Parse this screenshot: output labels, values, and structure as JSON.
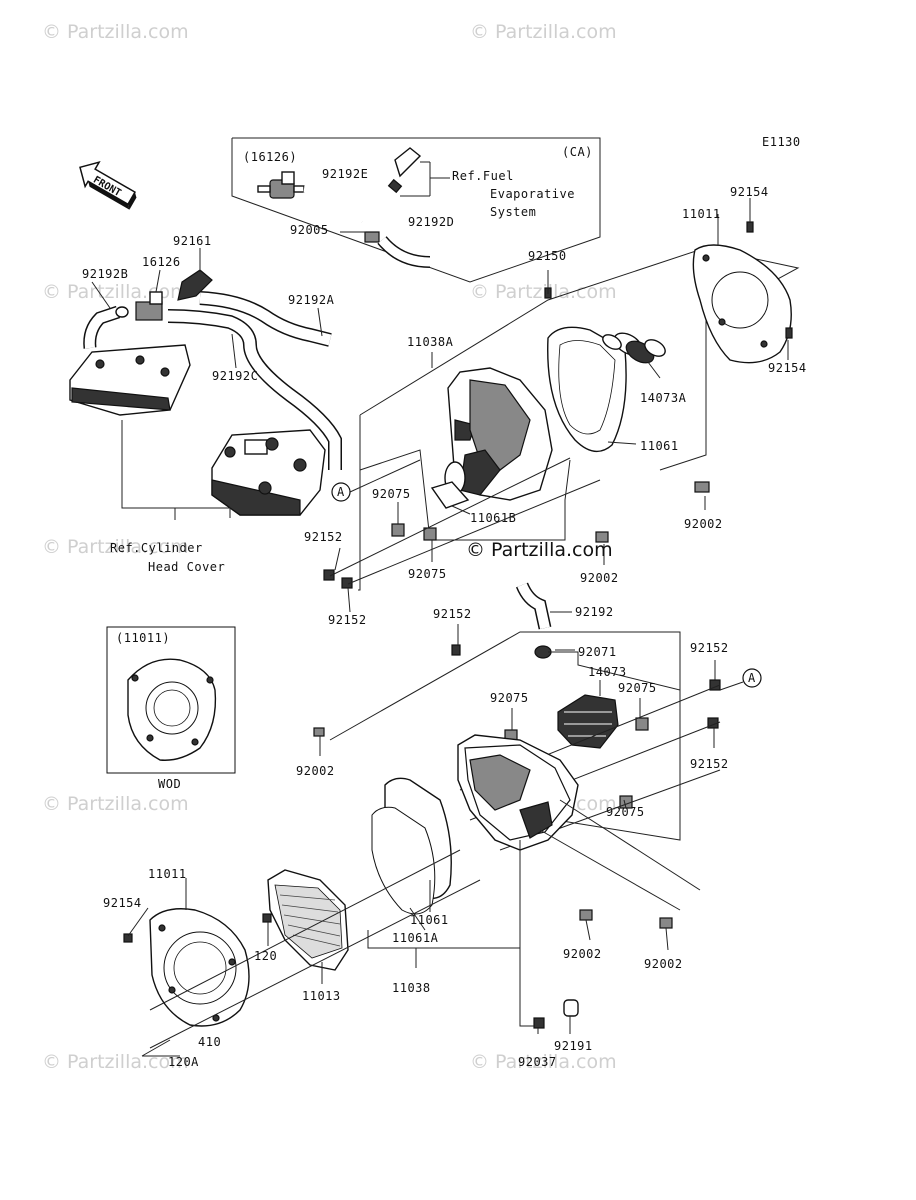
{
  "diagram_code": "E1130",
  "watermark": "© Partzilla.com",
  "center_copyright": "© Partzilla.com",
  "front_label": "FRONT",
  "callout_a": "A",
  "ca_box": {
    "title": "(CA)",
    "part_ref": "(16126)",
    "ref_line1": "Ref.Fuel",
    "ref_line2": "Evaporative",
    "ref_line3": "System"
  },
  "wod_box": {
    "part_ref": "(11011)",
    "caption": "WOD"
  },
  "ref_cylinder_line1": "Ref.Cylinder",
  "ref_cylinder_line2": "Head Cover",
  "parts": {
    "p92192E": "92192E",
    "p92005": "92005",
    "p92192D": "92192D",
    "p92161": "92161",
    "p92192B": "92192B",
    "p16126": "16126",
    "p92192A": "92192A",
    "p92192C": "92192C",
    "p92150": "92150",
    "p11038A": "11038A",
    "p11011_top": "11011",
    "p92154_top": "92154",
    "p92154_right": "92154",
    "p14073A": "14073A",
    "p11061_top": "11061",
    "p92002_r1": "92002",
    "p92002_r2": "92002",
    "p11061B": "11061B",
    "p92075_a": "92075",
    "p92075_b": "92075",
    "p92152_a": "92152",
    "p92152_b": "92152",
    "p92192": "92192",
    "p92152_c": "92152",
    "p92071": "92071",
    "p14073": "14073",
    "p92075_c": "92075",
    "p92075_d": "92075",
    "p92152_d": "92152",
    "p92152_e": "92152",
    "p92002_l": "92002",
    "p92075_e": "92075",
    "p11011_bot": "11011",
    "p92154_bot": "92154",
    "p120": "120",
    "p11013": "11013",
    "p11061_bot": "11061",
    "p11061A": "11061A",
    "p11038": "11038",
    "p92002_b1": "92002",
    "p92002_b2": "92002",
    "p92191": "92191",
    "p92037": "92037",
    "p410": "410",
    "p120A": "120A"
  }
}
